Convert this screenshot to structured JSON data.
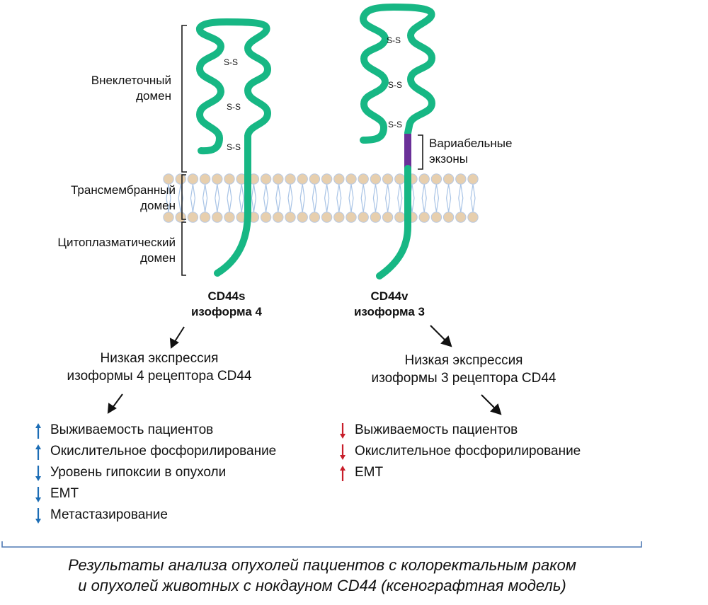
{
  "colors": {
    "protein": "#17b784",
    "variable_exons": "#6a3098",
    "lipid_head": "#e7cfae",
    "lipid_head_stroke": "#b8c9e3",
    "lipid_tail": "#a9c4e6",
    "up_blue": "#1c6db5",
    "down_red": "#c81e2a",
    "bracket": "#1c1c1c",
    "bottom_bracket": "#4f79b4"
  },
  "labels": {
    "extracellular": [
      "Внеклеточный",
      "домен"
    ],
    "transmembrane": [
      "Трансмембранный",
      "домен"
    ],
    "cytoplasmic": [
      "Цитоплазматический",
      "домен"
    ],
    "variable_exons": [
      "Вариабельные",
      "экзоны"
    ],
    "disulfide": "S-S"
  },
  "isoforms": [
    {
      "name": "CD44s",
      "subtitle": "изоформа 4",
      "effect": [
        "Низкая экспрессия",
        "изоформы 4 рецептора CD44"
      ],
      "outcomes": [
        {
          "direction": "up",
          "text": "Выживаемость пациентов"
        },
        {
          "direction": "up",
          "text": "Окислительное фосфорилирование"
        },
        {
          "direction": "down",
          "text": "Уровень гипоксии в опухоли"
        },
        {
          "direction": "down",
          "text": "ЕМТ"
        },
        {
          "direction": "down",
          "text": "Метастазирование"
        }
      ]
    },
    {
      "name": "CD44v",
      "subtitle": "изоформа 3",
      "effect": [
        "Низкая экспрессия",
        "изоформы 3 рецептора CD44"
      ],
      "outcomes": [
        {
          "direction": "down",
          "text": "Выживаемость пациентов"
        },
        {
          "direction": "down",
          "text": "Окислительное фосфорилирование"
        },
        {
          "direction": "up",
          "text": "ЕМТ"
        }
      ]
    }
  ],
  "caption": [
    "Результаты анализа опухолей пациентов с колоректальным раком",
    "и опухолей животных с нокдауном CD44 (ксенографтная модель)"
  ]
}
